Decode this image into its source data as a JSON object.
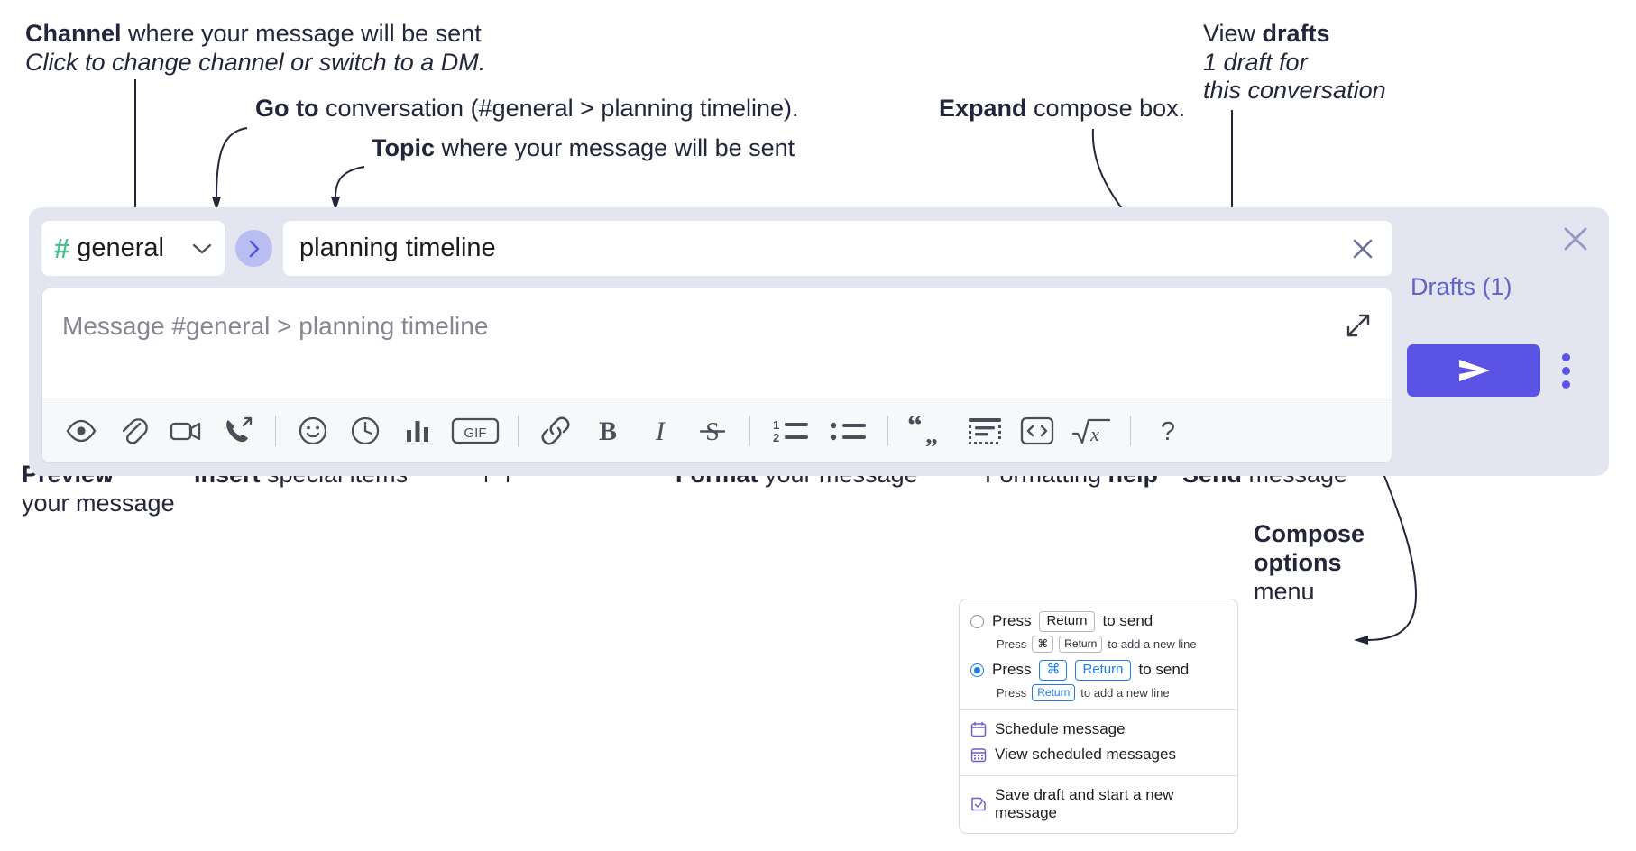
{
  "annotations": {
    "channel": {
      "bold": "Channel",
      "rest": " where your message will be sent",
      "italic": "Click to change channel or switch to a DM."
    },
    "goto": {
      "bold": "Go to",
      "rest": " conversation (#general > planning timeline)."
    },
    "topic": {
      "bold": "Topic",
      "rest": " where your message will be sent"
    },
    "expand": {
      "bold": "Expand",
      "rest": " compose box."
    },
    "drafts": {
      "normal": "View ",
      "bold": "drafts",
      "italic1": "1 draft for",
      "italic2": "this conversation"
    },
    "preview": {
      "bold": "Preview",
      "line2": "your message"
    },
    "insert": {
      "bold": "Insert",
      "rest": " special items"
    },
    "format": {
      "bold": "Format",
      "rest": " your message"
    },
    "help": {
      "normal": "Formatting ",
      "bold": "help"
    },
    "send": {
      "bold": "Send",
      "rest": " message"
    },
    "compose_options": {
      "bold1": "Compose",
      "bold2": "options",
      "rest": "menu"
    }
  },
  "compose": {
    "channel_name": "general",
    "channel_hash": "#",
    "topic_value": "planning timeline",
    "message_placeholder": "Message #general > planning timeline",
    "drafts_label": "Drafts (1)",
    "accent_color": "#5a53e6",
    "panel_bg": "#e3e5f1",
    "hash_color": "#4ac08f",
    "icons": {
      "channel_chevron": "chevron-down-icon",
      "goto": "goto-conversation-icon",
      "topic_clear": "close-icon",
      "expand": "expand-icon",
      "panel_close": "close-icon",
      "send": "send-icon",
      "kebab": "compose-options-icon"
    },
    "toolbar": [
      {
        "name": "preview-icon",
        "label": "Preview"
      },
      {
        "name": "attachment-icon",
        "label": "Attach file"
      },
      {
        "name": "video-icon",
        "label": "Record video clip"
      },
      {
        "name": "audio-call-icon",
        "label": "Record audio clip"
      },
      {
        "name": "separator",
        "label": ""
      },
      {
        "name": "emoji-icon",
        "label": "Emoji"
      },
      {
        "name": "clock-icon",
        "label": "Reminder"
      },
      {
        "name": "poll-icon",
        "label": "Poll"
      },
      {
        "name": "gif-icon",
        "label": "GIF"
      },
      {
        "name": "separator",
        "label": ""
      },
      {
        "name": "link-icon",
        "label": "Link"
      },
      {
        "name": "bold-icon",
        "label": "B"
      },
      {
        "name": "italic-icon",
        "label": "I"
      },
      {
        "name": "strikethrough-icon",
        "label": "S"
      },
      {
        "name": "separator",
        "label": ""
      },
      {
        "name": "ordered-list-icon",
        "label": "Ordered list"
      },
      {
        "name": "bulleted-list-icon",
        "label": "Bulleted list"
      },
      {
        "name": "separator",
        "label": ""
      },
      {
        "name": "blockquote-icon",
        "label": "Blockquote"
      },
      {
        "name": "code-block-icon",
        "label": "Code block"
      },
      {
        "name": "code-icon",
        "label": "Code"
      },
      {
        "name": "math-icon",
        "label": "Math"
      },
      {
        "name": "separator",
        "label": ""
      },
      {
        "name": "help-icon",
        "label": "?"
      }
    ]
  },
  "popup": {
    "options": [
      {
        "selected": false,
        "main_pre": "Press",
        "main_keys": [
          "Return"
        ],
        "main_post": "to send",
        "sub_pre": "Press",
        "sub_keys": [
          "⌘",
          "Return"
        ],
        "sub_post": "to add a new line"
      },
      {
        "selected": true,
        "main_pre": "Press",
        "main_keys": [
          "⌘",
          "Return"
        ],
        "main_post": "to send",
        "sub_pre": "Press",
        "sub_keys": [
          "Return"
        ],
        "sub_post": "to add a new line"
      }
    ],
    "menu_items": [
      {
        "icon": "calendar-icon",
        "label": "Schedule message"
      },
      {
        "icon": "calendar-list-icon",
        "label": "View scheduled messages"
      },
      {
        "icon": "save-draft-icon",
        "label": "Save draft and start a new message"
      }
    ]
  }
}
